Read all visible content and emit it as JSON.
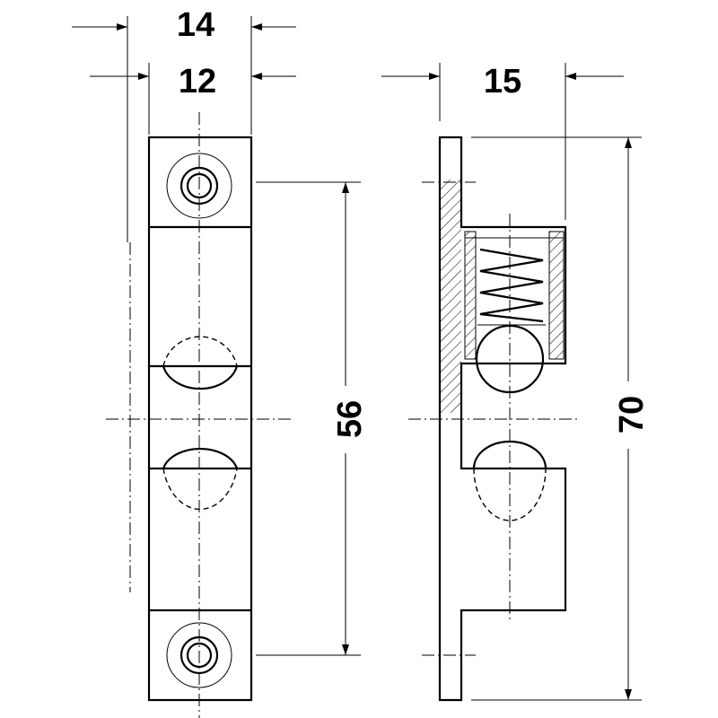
{
  "drawing": {
    "dimensions": {
      "width_outer": "14",
      "width_inner": "12",
      "depth": "15",
      "hole_spacing": "56",
      "length": "70"
    },
    "colors": {
      "line": "#000000",
      "background": "#ffffff"
    }
  }
}
